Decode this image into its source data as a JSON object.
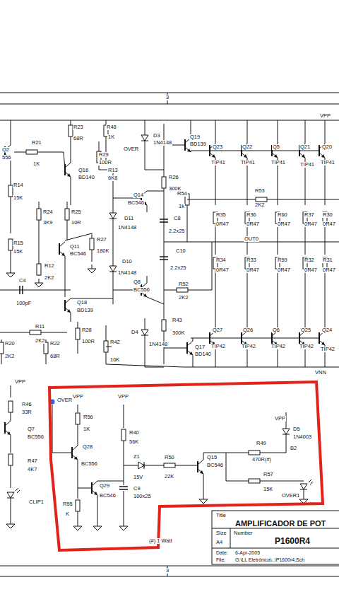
{
  "diagram": {
    "labels": [
      "3",
      "VPP",
      "Q2",
      "556",
      "R21",
      "1K",
      "R23",
      "68R",
      "R48",
      "1K",
      "Q16",
      "BD140",
      "R29",
      "100R",
      "OVER",
      "D3",
      "1N4148",
      "R13",
      "6K8",
      "Q19",
      "BD139",
      "Q23",
      "TIP41",
      "Q22",
      "TIP41",
      "Q5",
      "TIP41",
      "Q21",
      "TIP41",
      "Q20",
      "TIP41",
      "R14",
      "15K",
      "R26",
      "300K",
      "R54",
      "1k",
      "R53",
      "2K2",
      "Q14",
      "BC546",
      "R24",
      "3K9",
      "R25",
      "10R",
      "D11",
      "1N4148",
      "C8",
      "2.2x25",
      "R35",
      "0R47",
      "R36",
      "0R47",
      "R60",
      "0R47",
      "R37",
      "0R47",
      "R30",
      "0R47",
      "OUT0",
      "R15",
      "15K",
      "Q11",
      "BC546",
      "R27",
      "180K",
      "C10",
      "2.2x25",
      "R34",
      "0R47",
      "R33",
      "0R47",
      "R59",
      "0R47",
      "R32",
      "0R47",
      "R31",
      "0R47",
      "R12",
      "2K2",
      "D10",
      "1N4148",
      "Q8",
      "BC556",
      "R52",
      "2K2",
      "C4",
      "100pF",
      "Q18",
      "BD139",
      "R43",
      "300K",
      "R11",
      "2K2",
      "R28",
      "100R",
      "D4",
      "1N4148",
      "Q27",
      "TIP42",
      "Q26",
      "TIP42",
      "Q6",
      "TIP42",
      "Q25",
      "TIP42",
      "Q24",
      "TIP42",
      "R20",
      "2K2",
      "R22",
      "68R",
      "R42",
      "10K",
      "Q17",
      "BD140",
      "VNN",
      "VPP",
      "R46",
      "33R",
      "Q7",
      "BC556",
      "R47",
      "4K7",
      "CLIP1",
      "OVER",
      "VPP",
      "R56",
      "1K",
      "VPP",
      "R40",
      "56K",
      "Q28",
      "BC556",
      "Z1",
      "15V",
      "R50",
      "22K",
      "Q15",
      "BC546",
      "VPP",
      "D5",
      "1N4003",
      "R49",
      "470R(#)",
      "B2",
      "Q29",
      "BC546",
      "C9",
      "100x25",
      "R57",
      "15K",
      "OVER1",
      "R55",
      "K",
      "(#) 1 Watt",
      "Title",
      "AMPLIFICADOR DE POT",
      "Size",
      "A4",
      "Number",
      "P1600R4",
      "Date:",
      "6-Apr-2005",
      "File:",
      "G:\\LL Eletrônica\\..\\P1600r4.Sch",
      "3"
    ]
  }
}
